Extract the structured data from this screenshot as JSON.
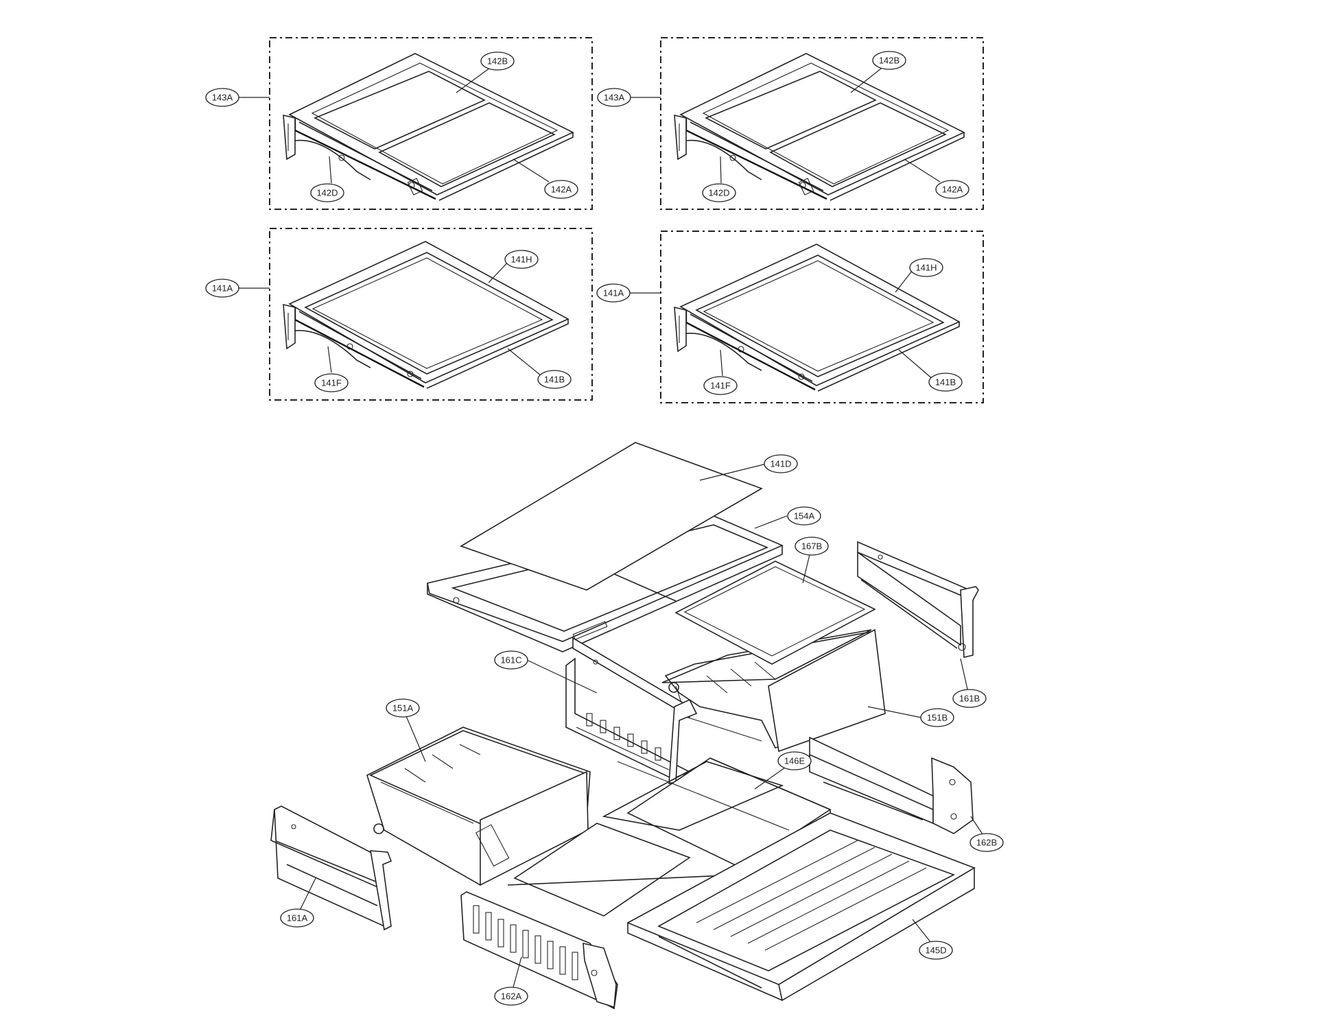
{
  "labels": {
    "l143A_1": "143A",
    "l142B_1": "142B",
    "l142D_1": "142D",
    "l142A_1": "142A",
    "l143A_2": "143A",
    "l142B_2": "142B",
    "l142D_2": "142D",
    "l142A_2": "142A",
    "l141A_1": "141A",
    "l141H_1": "141H",
    "l141F_1": "141F",
    "l141B_1": "141B",
    "l141A_2": "141A",
    "l141H_2": "141H",
    "l141F_2": "141F",
    "l141B_2": "141B",
    "l141D": "141D",
    "l154A": "154A",
    "l167B": "167B",
    "l161C": "161C",
    "l161B": "161B",
    "l151A": "151A",
    "l151B": "151B",
    "l146E": "146E",
    "l162B": "162B",
    "l161A": "161A",
    "l145D": "145D",
    "l162A": "162A"
  }
}
